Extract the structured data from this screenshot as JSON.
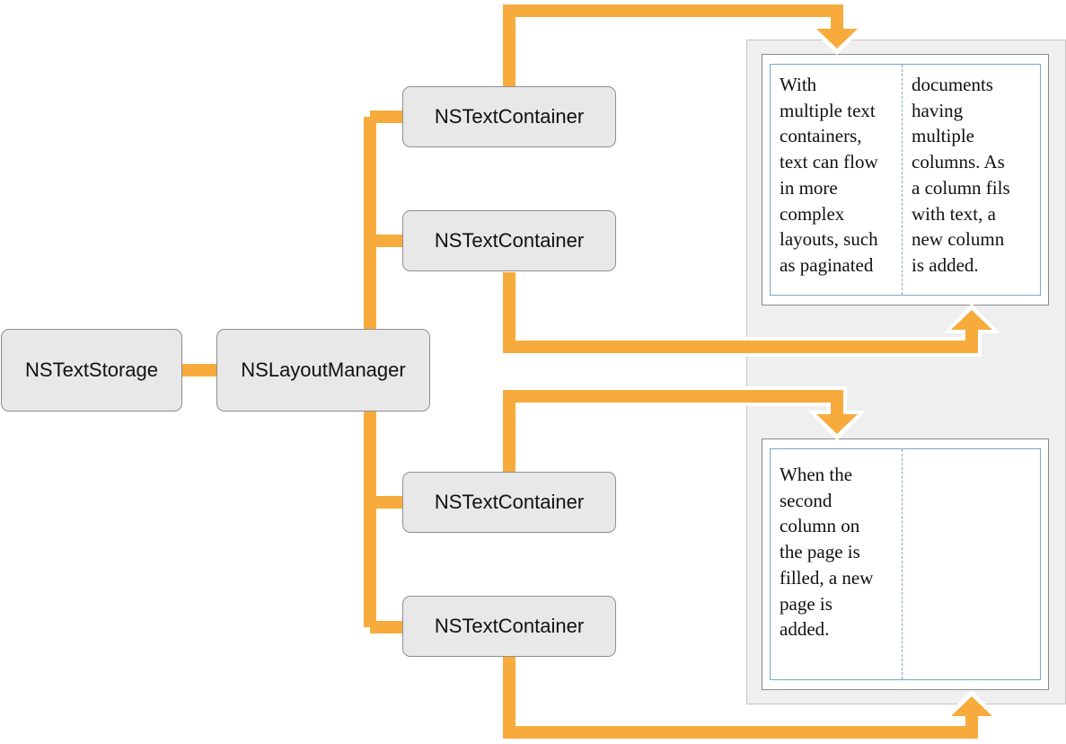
{
  "diagram": {
    "text_storage": {
      "label": "NSTextStorage"
    },
    "layout_manager": {
      "label": "NSLayoutManager"
    },
    "text_containers": [
      {
        "label": "NSTextContainer"
      },
      {
        "label": "NSTextContainer"
      },
      {
        "label": "NSTextContainer"
      },
      {
        "label": "NSTextContainer"
      }
    ],
    "pages": [
      {
        "columns": [
          "With\nmultiple text\ncontainers,\ntext can flow\nin more\ncomplex\nlayouts, such\nas paginated",
          "documents\nhaving\nmultiple\ncolumns. As\na column fils\nwith text, a\nnew column\nis added."
        ]
      },
      {
        "columns": [
          "When the\nsecond\ncolumn on\nthe page is\nfilled, a new\npage is\nadded.",
          ""
        ]
      }
    ],
    "colors": {
      "connector": "#f7ab3c",
      "connector_outline": "#ffffff",
      "node_fill": "#e8e8e8",
      "node_border": "#8e8e8e",
      "panel_fill": "#efefef",
      "column_border": "#7aa7c9"
    }
  }
}
